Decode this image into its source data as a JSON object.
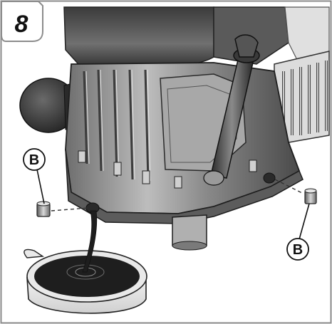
{
  "step": {
    "number": "8"
  },
  "callouts": [
    {
      "letter": "B",
      "target": "drain-plug-left"
    },
    {
      "letter": "B",
      "target": "drain-plug-right"
    }
  ],
  "colors": {
    "frame": "#8c8c8c",
    "step_badge_fill": "#ffffff",
    "engine_dark": "#3a3a3a",
    "engine_mid": "#7a7a7a",
    "engine_light": "#c9c9c9",
    "oil": "#1e1e1e"
  }
}
